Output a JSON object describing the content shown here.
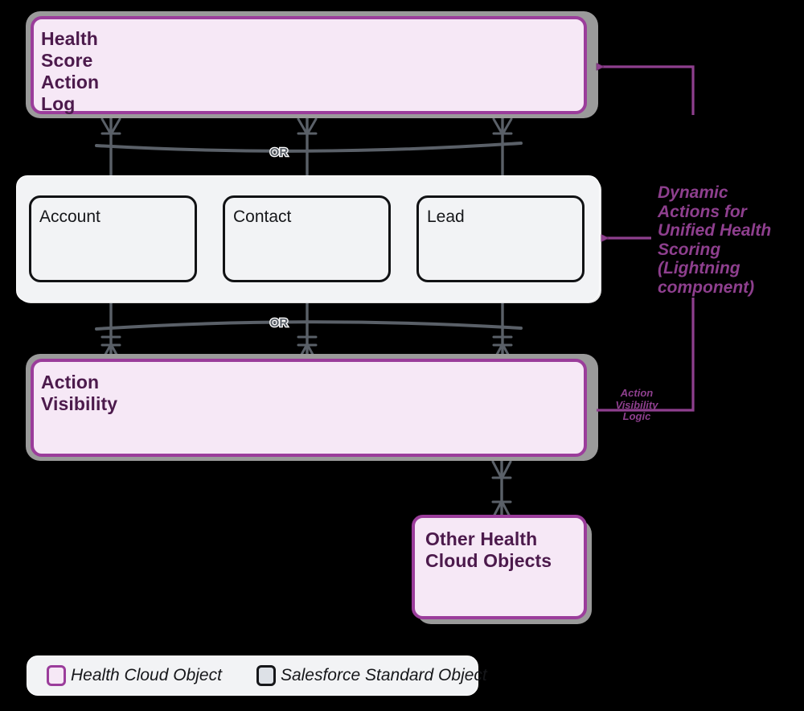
{
  "diagram": {
    "title": "Health Cloud Unified Health Scoring Object Model",
    "background": "#000000",
    "colors": {
      "health_cloud_border": "#9b3d9b",
      "health_cloud_fill": "#f6e8f6",
      "health_cloud_text": "#4c1a4c",
      "standard_border": "#16171a",
      "standard_fill": "#f2f3f5",
      "group_fill": "#f2f3f5",
      "connector": "#5a6068",
      "annotation": "#8e3f8e"
    }
  },
  "nodes": {
    "health_score_action_log": {
      "label": "Health Score Action Log",
      "type": "health-cloud-object"
    },
    "action_visibility": {
      "label": "Action Visibility",
      "type": "health-cloud-object"
    },
    "other_health_cloud_objects": {
      "label": "Other Health\nCloud Objects",
      "line1": "Other Health",
      "line2": "Cloud Objects",
      "type": "health-cloud-object"
    },
    "standard_objects": [
      {
        "label": "Account",
        "type": "salesforce-standard-object"
      },
      {
        "label": "Contact",
        "type": "salesforce-standard-object"
      },
      {
        "label": "Lead",
        "type": "salesforce-standard-object"
      }
    ]
  },
  "connectors": {
    "or_label_top": "OR",
    "or_label_bottom": "OR",
    "relationships": [
      {
        "from": "health_score_action_log",
        "to": "Account",
        "from_card": "many",
        "to_card": "one"
      },
      {
        "from": "health_score_action_log",
        "to": "Contact",
        "from_card": "many",
        "to_card": "one"
      },
      {
        "from": "health_score_action_log",
        "to": "Lead",
        "from_card": "many",
        "to_card": "one"
      },
      {
        "from": "Account",
        "to": "action_visibility",
        "from_card": "one",
        "to_card": "many"
      },
      {
        "from": "Contact",
        "to": "action_visibility",
        "from_card": "one",
        "to_card": "many"
      },
      {
        "from": "Lead",
        "to": "action_visibility",
        "from_card": "one",
        "to_card": "many"
      },
      {
        "from": "action_visibility",
        "to": "other_health_cloud_objects",
        "from_card": "many",
        "to_card": "many"
      }
    ]
  },
  "annotations": {
    "dynamic_actions": {
      "lines": [
        "Dynamic",
        "Actions for",
        "Unified Health",
        "Scoring",
        "(Lightning",
        "component)"
      ],
      "text": "Dynamic Actions for Unified Health Scoring (Lightning component)"
    },
    "action_visibility_logic": {
      "lines": [
        "Action",
        "Visibility",
        "Logic"
      ],
      "text": "Action Visibility Logic"
    }
  },
  "legend": {
    "items": [
      {
        "label": "Health Cloud Object",
        "swatch": "health-cloud-swatch"
      },
      {
        "label": "Salesforce Standard Object",
        "swatch": "salesforce-standard-swatch"
      }
    ]
  }
}
